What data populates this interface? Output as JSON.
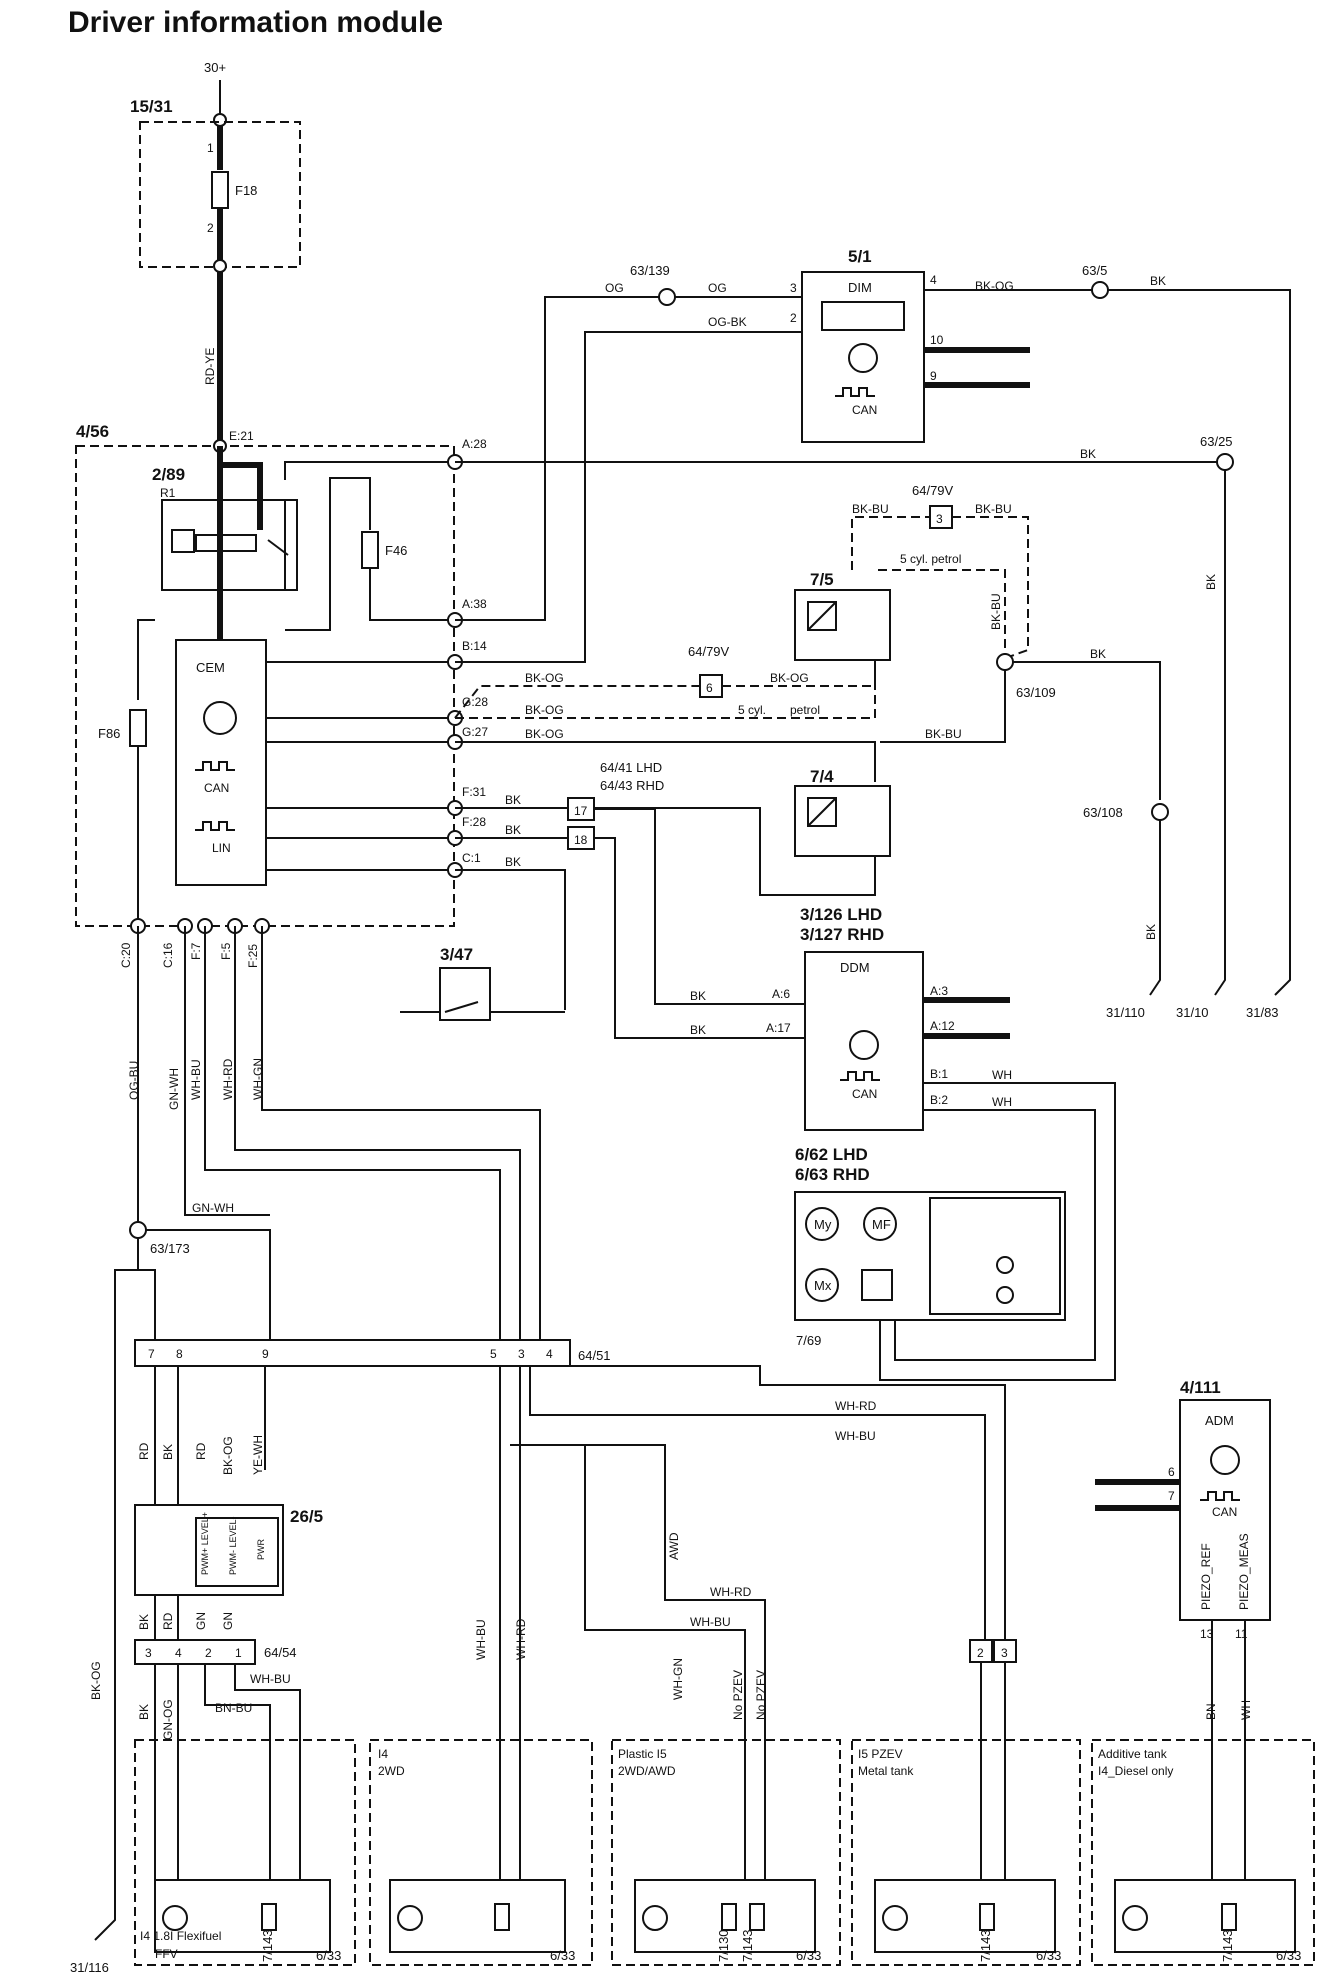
{
  "title": "Driver information module",
  "supply": {
    "terminal": "30+",
    "fuse_box": "15/31",
    "fuse": "F18",
    "pin1": "1",
    "pin2": "2",
    "wire": "RD-YE"
  },
  "cem": {
    "module_ref": "4/56",
    "label": "CEM",
    "relay_ref": "2/89",
    "relay": "R1",
    "fuses": [
      "F46",
      "F86"
    ],
    "can": "CAN",
    "lin": "LIN",
    "pins": [
      "E:21",
      "A:28",
      "A:38",
      "B:14",
      "G:28",
      "G:27",
      "F:31",
      "F:28",
      "C:1",
      "C:20",
      "C:16",
      "F:7",
      "F:5",
      "F:25"
    ],
    "bottom_wires": [
      "OG-BU",
      "GN-WH",
      "WH-BU",
      "WH-RD",
      "WH-GN"
    ]
  },
  "dim": {
    "ref": "5/1",
    "label": "DIM",
    "can": "CAN",
    "pins": [
      "3",
      "2",
      "4",
      "10",
      "9"
    ],
    "wires": [
      "OG",
      "OG-BK",
      "BK-OG",
      "BK"
    ]
  },
  "splices": [
    "63/139",
    "63/5",
    "63/25",
    "63/109",
    "63/108",
    "63/173"
  ],
  "connectors": {
    "c6479": "64/79V",
    "pin3": "3",
    "pin6": "6",
    "c6441": "64/41 LHD",
    "c6443": "64/43 RHD",
    "pin17": "17",
    "pin18": "18",
    "c6451": "64/51",
    "c6454": "64/54"
  },
  "switches": {
    "s75": "7/5",
    "s74": "7/4",
    "s347": "3/47",
    "cyl5": "5 cyl. petrol",
    "cyl5b": "5 cyl.",
    "petrol": "petrol"
  },
  "wire_labels": {
    "bkbu": "BK-BU",
    "bkog": "BK-OG",
    "bk": "BK",
    "wh": "WH",
    "gnwh": "GN-WH",
    "whrd": "WH-RD",
    "whbu": "WH-BU",
    "rd": "RD",
    "yewh": "YE-WH",
    "gn": "GN",
    "bnbu": "BN-BU",
    "gnog": "GN-OG",
    "whgn": "WH-GN",
    "bn": "BN",
    "awd": "AWD",
    "nopzev": "No PZEV"
  },
  "grounds": [
    "31/110",
    "31/10",
    "31/83",
    "31/116"
  ],
  "ddm": {
    "ref1": "3/126 LHD",
    "ref2": "3/127 RHD",
    "label": "DDM",
    "can": "CAN",
    "pins": [
      "A:6",
      "A:17",
      "A:3",
      "A:12",
      "B:1",
      "B:2"
    ]
  },
  "mirror": {
    "ref1": "6/62 LHD",
    "ref2": "6/63  RHD",
    "sensor": "7/69",
    "motors": [
      "My",
      "MF",
      "Mx"
    ]
  },
  "adm": {
    "ref": "4/111",
    "label": "ADM",
    "can": "CAN",
    "pins": [
      "6",
      "7",
      "13",
      "11"
    ],
    "pin_names": [
      "PIEZO_REF",
      "PIEZO_MEAS"
    ]
  },
  "fuel_module": {
    "ref": "26/5",
    "pins": [
      "PWM+ LEVEL+",
      "PWM- LEVEL-",
      "PWR"
    ]
  },
  "tanks": [
    {
      "title1": "",
      "title2": "",
      "bottom": "I4 1.8I Flexifuel",
      "bottom2": "FFV",
      "sensor": "7/143",
      "pump": "6/33"
    },
    {
      "title1": "I4",
      "title2": "2WD",
      "sensor": "",
      "pump": "6/33"
    },
    {
      "title1": "Plastic I5",
      "title2": "2WD/AWD",
      "sensor": "7/130",
      "sensor2": "7/143",
      "pump": "6/33"
    },
    {
      "title1": "I5 PZEV",
      "title2": "Metal tank",
      "sensor": "7/143",
      "pump": "6/33"
    },
    {
      "title1": "Additive tank",
      "title2": "I4_Diesel only",
      "sensor": "7/143",
      "pump": "6/33"
    }
  ]
}
